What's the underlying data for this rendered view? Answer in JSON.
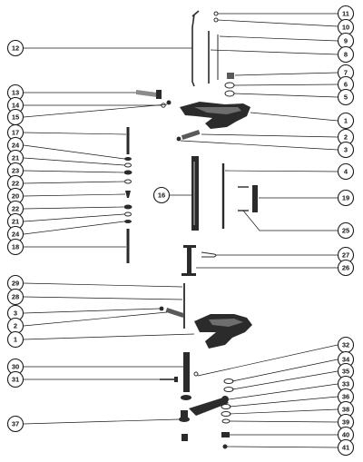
{
  "diagram": {
    "callouts": {
      "c1a": "1",
      "c1b": "1",
      "c2a": "2",
      "c2b": "2",
      "c3a": "3",
      "c3b": "3",
      "c4": "4",
      "c5": "5",
      "c6": "6",
      "c7": "7",
      "c8": "8",
      "c9": "9",
      "c10": "10",
      "c11": "11",
      "c12": "12",
      "c13": "13",
      "c14": "14",
      "c15": "15",
      "c16": "16",
      "c17": "17",
      "c18": "18",
      "c19": "19",
      "c20": "20",
      "c21a": "21",
      "c21b": "21",
      "c22a": "22",
      "c22b": "22",
      "c23": "23",
      "c24a": "24",
      "c24b": "24",
      "c25": "25",
      "c26": "26",
      "c27": "27",
      "c28": "28",
      "c29": "29",
      "c30": "30",
      "c31": "31",
      "c32": "32",
      "c33": "33",
      "c34": "34",
      "c35": "35",
      "c36": "36",
      "c37": "37",
      "c38": "38",
      "c39": "39",
      "c40": "40",
      "c41": "41"
    }
  }
}
